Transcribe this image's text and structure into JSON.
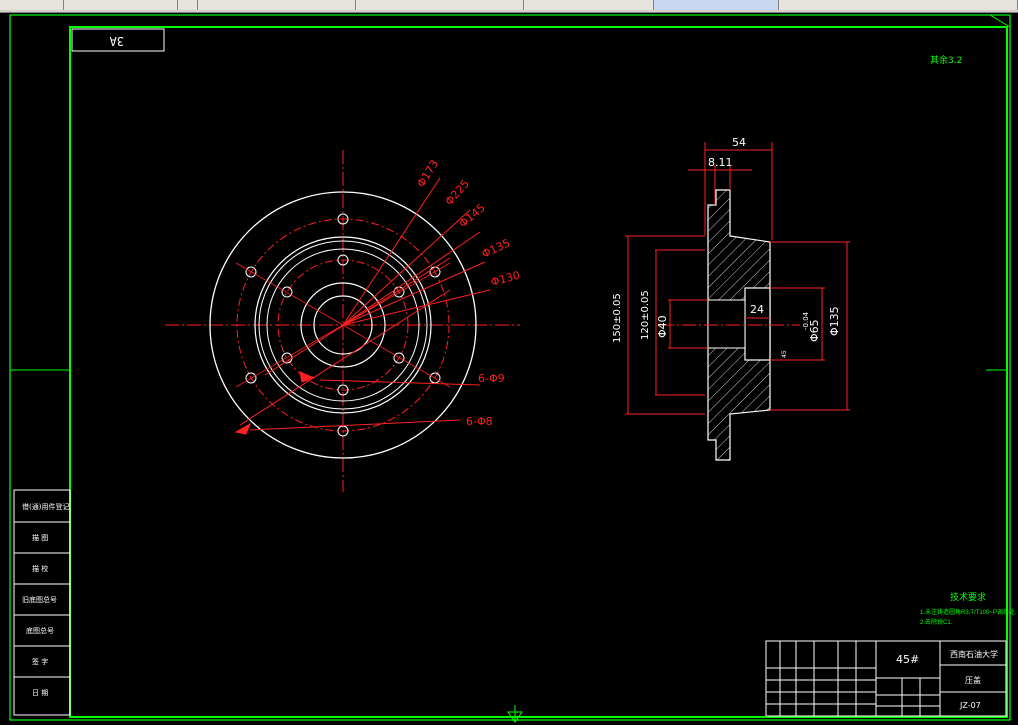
{
  "toolbar": {
    "fields": [
      "",
      "",
      "",
      "",
      "",
      "",
      ""
    ]
  },
  "drawing": {
    "scale_label": "3A",
    "roughness_note": "其余",
    "roughness_value": "3.2",
    "front_view": {
      "dimensions": [
        "Φ173",
        "Φ225",
        "Φ145",
        "Φ135",
        "Φ130",
        "6-Φ9",
        "6-Φ8"
      ]
    },
    "section_view": {
      "dim_width": "54",
      "dim_top": "8.11",
      "dim_bore_depth": "24",
      "dim_150": "150±0.05",
      "dim_120": "120±0.05",
      "dim_40": "Φ40",
      "dim_65": "Φ65",
      "dim_65_tol": "-0.04",
      "dim_135": "Φ135",
      "small_note": "45"
    },
    "tech_requirements": {
      "title": "技术要求",
      "line1": "1.未注铸造圆角R3,T/T100~P调质处.",
      "line2": "2.去除锐C1."
    },
    "left_strip": [
      "借(通)用件登记",
      "描 图",
      "描 校",
      "旧底图总号",
      "底图总号",
      "签 字",
      "日 期"
    ],
    "title_block": {
      "material": "45#",
      "school": "西南石油大学",
      "part_name": "压盖",
      "drawing_no": "JZ-07"
    }
  }
}
